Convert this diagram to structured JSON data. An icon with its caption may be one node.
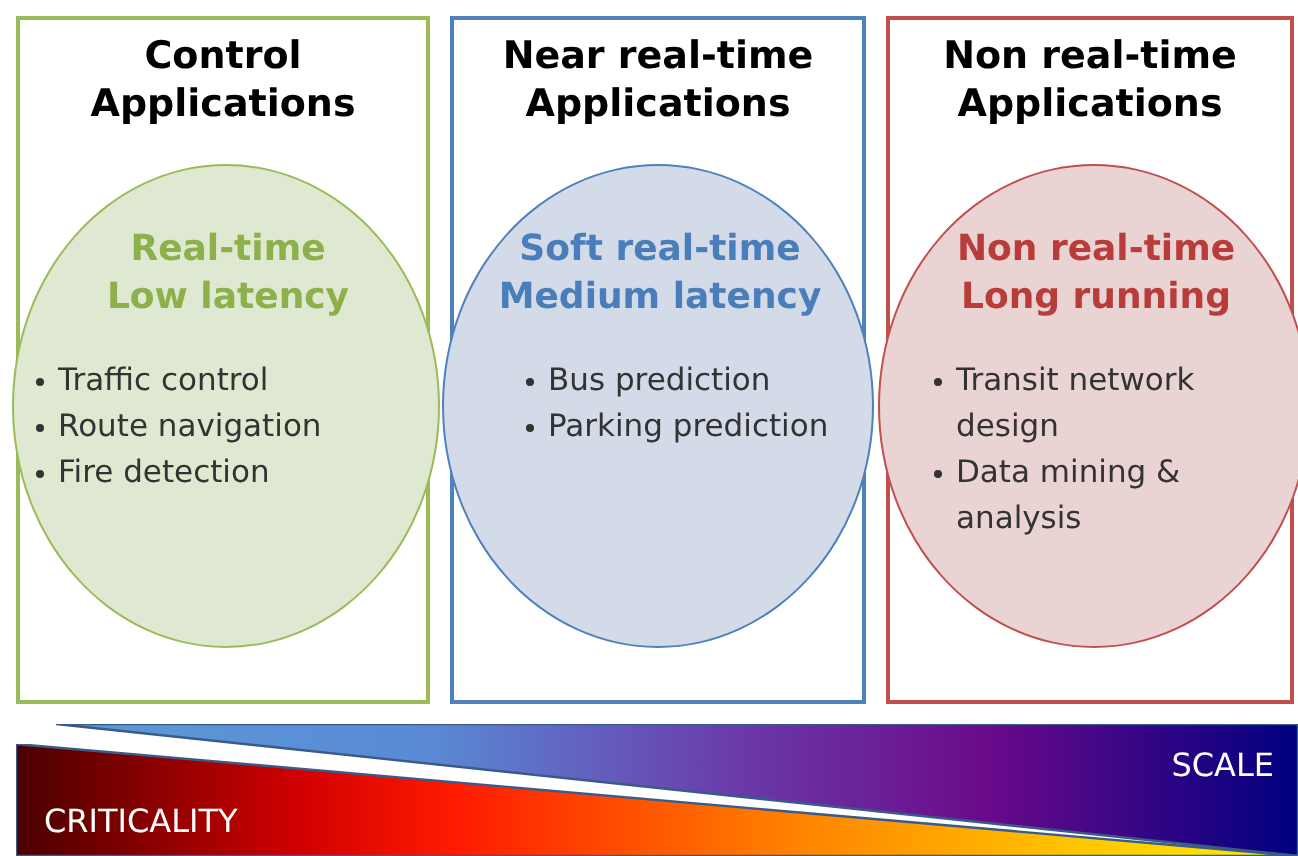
{
  "diagram": {
    "nodes": [
      {
        "text": [
          "Control Applications"
        ]
      },
      {
        "text": [
          "Real-time Low latency",
          "Traffic control",
          "Route navigation",
          "Fire detection"
        ],
        "in": 0
      },
      {
        "text": [
          "Near real-time Applications"
        ]
      },
      {
        "text": [
          "Soft real-time Medium latency",
          "Bus prediction",
          "Parking prediction"
        ],
        "in": 2
      },
      {
        "text": [
          "Non real-time Applications"
        ]
      },
      {
        "text": [
          "Non real-time Long running",
          "Transit network design",
          "Data mining & analysis"
        ],
        "in": 4
      },
      {
        "text": [
          "SCALE"
        ]
      },
      {
        "text": [
          "CRITICALITY"
        ]
      }
    ]
  }
}
